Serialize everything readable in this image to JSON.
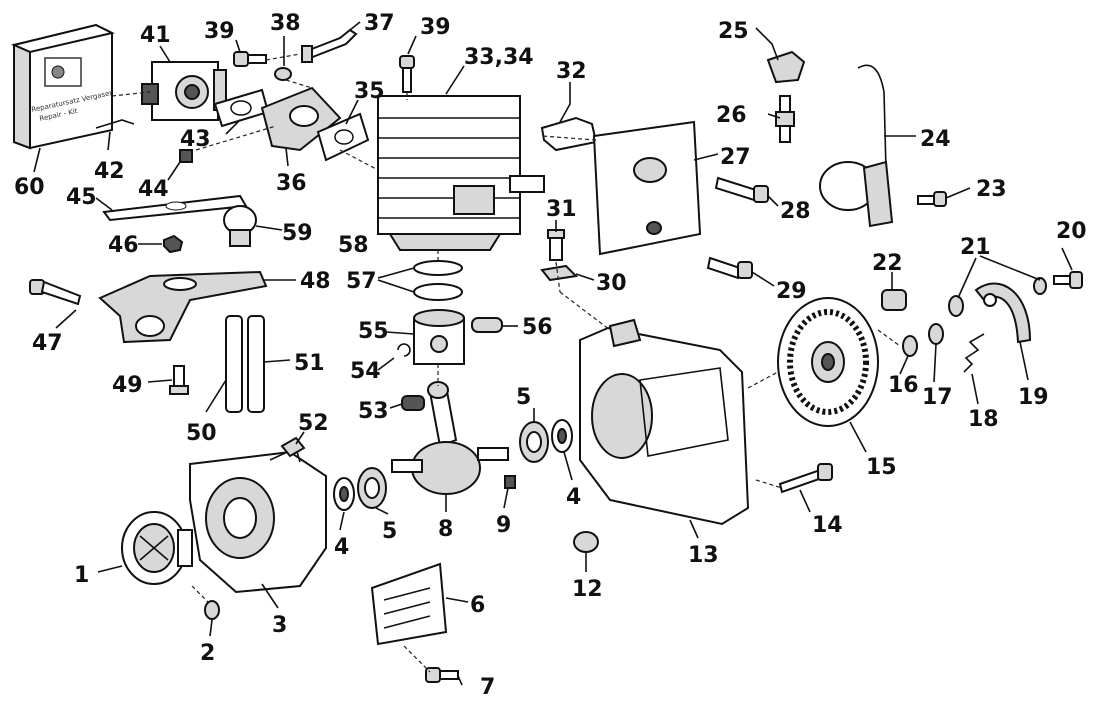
{
  "diagram": {
    "kit_box_text": [
      "Reparatursatz  Vergaser",
      "Repair - Kit"
    ],
    "part_numbers": {
      "p1": "1",
      "p2": "2",
      "p3": "3",
      "p4a": "4",
      "p4b": "4",
      "p5a": "5",
      "p5b": "5",
      "p6": "6",
      "p7": "7",
      "p8": "8",
      "p9": "9",
      "p12": "12",
      "p13": "13",
      "p14": "14",
      "p15": "15",
      "p16": "16",
      "p17": "17",
      "p18": "18",
      "p19": "19",
      "p20": "20",
      "p21": "21",
      "p22": "22",
      "p23": "23",
      "p24": "24",
      "p25": "25",
      "p26": "26",
      "p27": "27",
      "p28": "28",
      "p29": "29",
      "p30": "30",
      "p31": "31",
      "p32": "32",
      "p33": "33,34",
      "p35": "35",
      "p36": "36",
      "p37": "37",
      "p38": "38",
      "p39a": "39",
      "p39b": "39",
      "p41": "41",
      "p42": "42",
      "p43": "43",
      "p44": "44",
      "p45": "45",
      "p46": "46",
      "p47": "47",
      "p48": "48",
      "p49": "49",
      "p50": "50",
      "p51": "51",
      "p52": "52",
      "p53": "53",
      "p54": "54",
      "p55": "55",
      "p56": "56",
      "p57": "57",
      "p58": "58",
      "p59": "59",
      "p60": "60"
    }
  }
}
